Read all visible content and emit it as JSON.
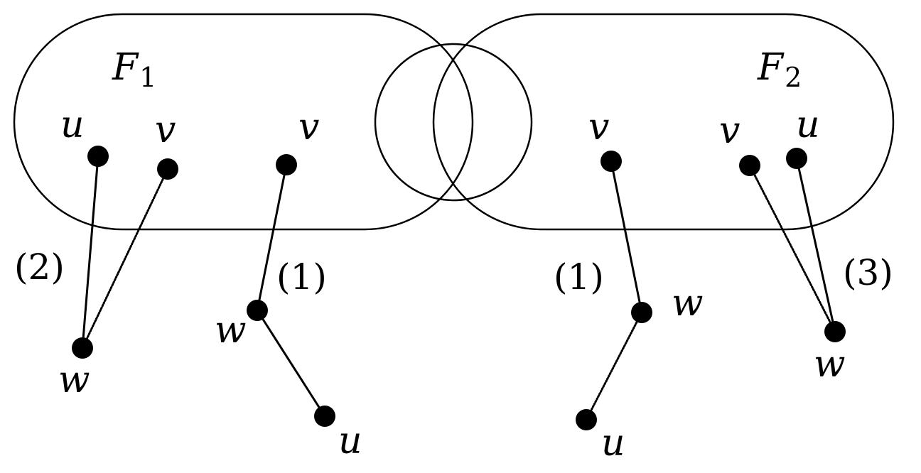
{
  "families": {
    "f1": {
      "letter": "F",
      "sub": "1"
    },
    "f2": {
      "letter": "F",
      "sub": "2"
    }
  },
  "vertex_labels": {
    "u": "u",
    "v": "v",
    "w": "w"
  },
  "case_labels": [
    "(2)",
    "(1)",
    "(1)",
    "(3)"
  ]
}
